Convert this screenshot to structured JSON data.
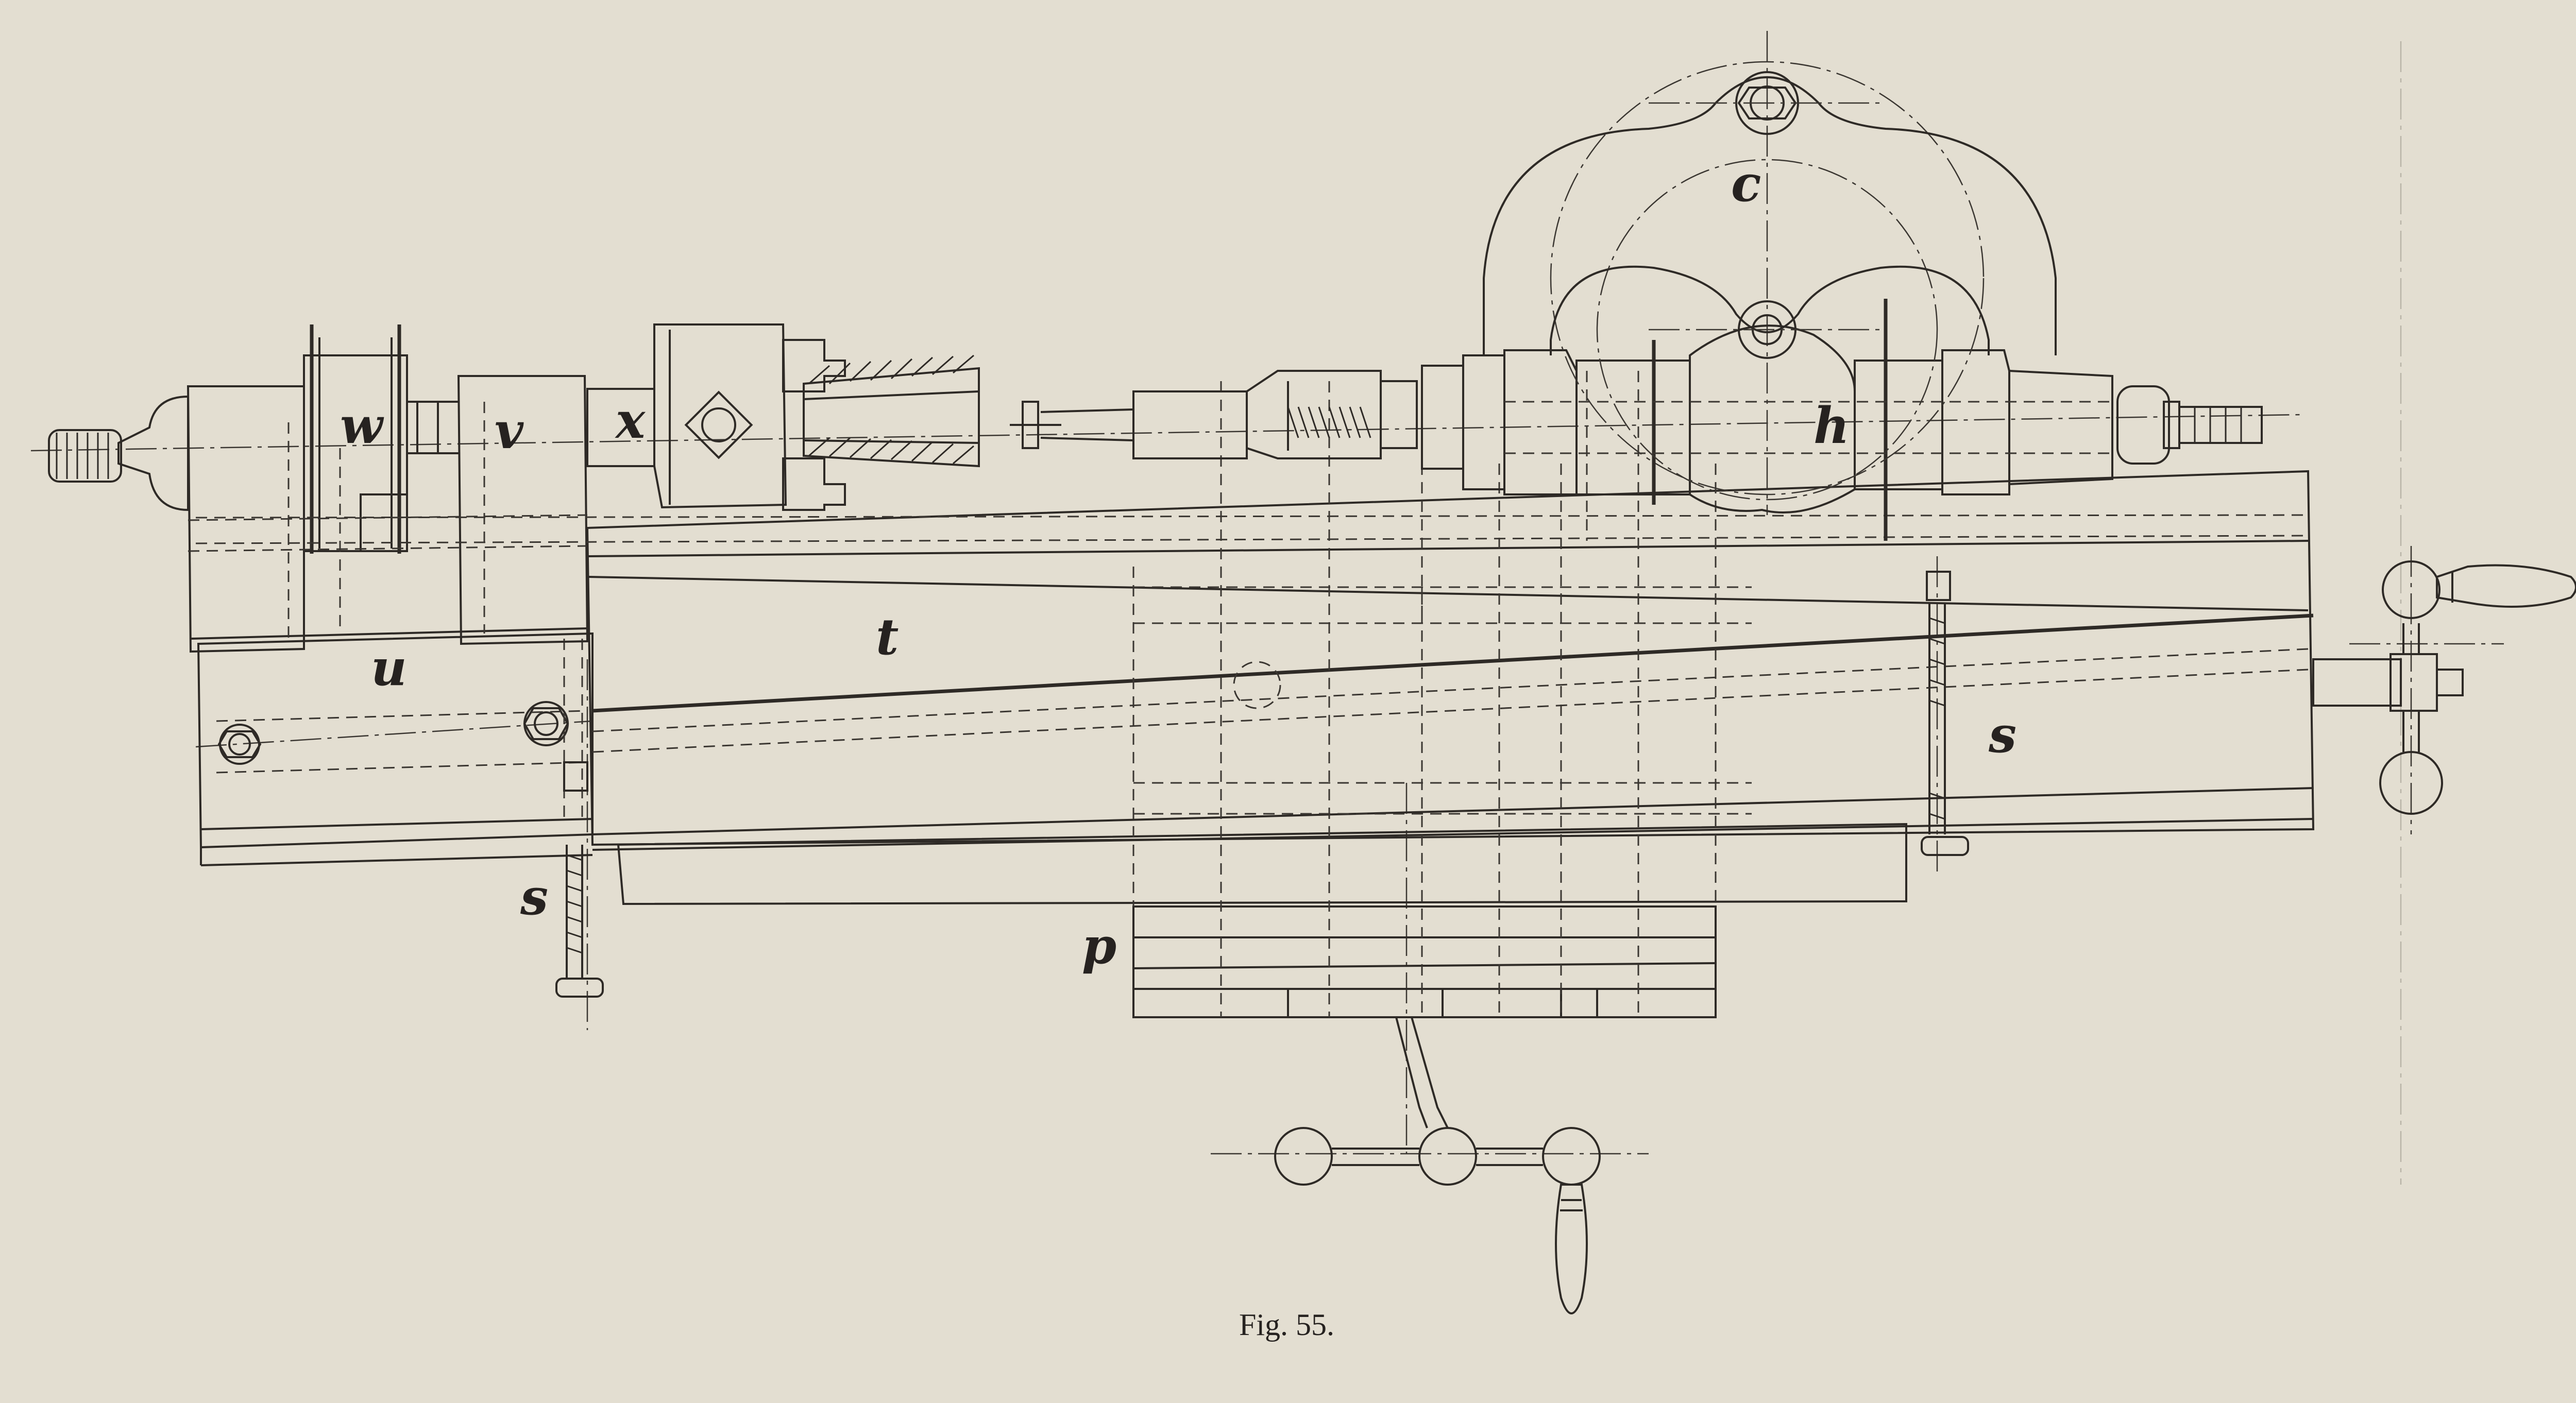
{
  "caption": "Fig. 55.",
  "labels": {
    "c": "c",
    "h": "h",
    "w": "w",
    "v": "v",
    "x": "x",
    "t": "t",
    "u": "u",
    "s_left": "s",
    "s_right": "s",
    "p": "p"
  },
  "colors": {
    "paper": "#e3ded1",
    "ink": "#2e2a26"
  }
}
